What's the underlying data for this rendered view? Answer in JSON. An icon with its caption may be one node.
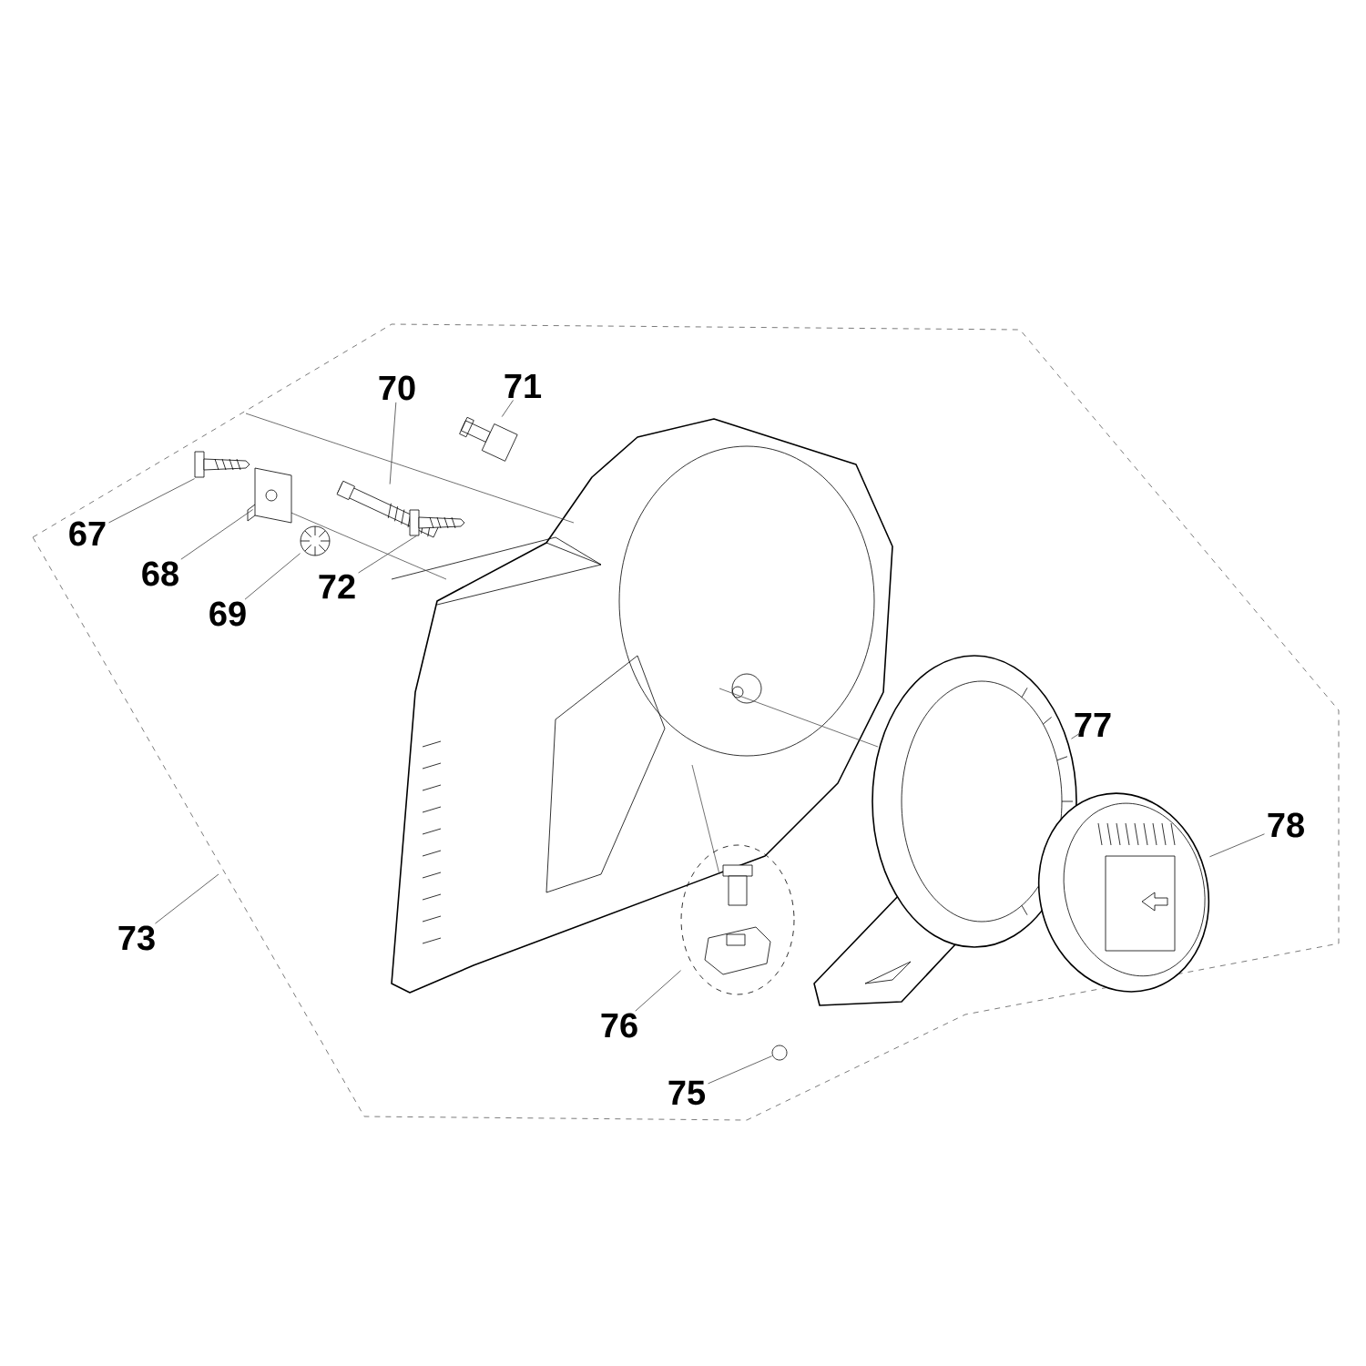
{
  "diagram": {
    "nodes": [
      {
        "text": [
          "70"
        ]
      },
      {
        "text": [
          "71"
        ]
      },
      {
        "text": [
          "67"
        ]
      },
      {
        "text": [
          "68"
        ]
      },
      {
        "text": [
          "72"
        ]
      },
      {
        "text": [
          "69"
        ]
      },
      {
        "text": [
          "77"
        ]
      },
      {
        "text": [
          "78"
        ]
      },
      {
        "text": [
          "73"
        ]
      },
      {
        "text": [
          "76"
        ]
      },
      {
        "text": [
          "75"
        ]
      },
      {
        "text": [],
        "shape": "picture"
      },
      {
        "text": [],
        "shape": "picture"
      },
      {
        "text": [],
        "shape": "picture"
      },
      {
        "text": [],
        "shape": "picture"
      },
      {
        "text": [],
        "shape": "picture"
      },
      {
        "text": [],
        "shape": "picture"
      },
      {
        "text": [],
        "shape": "picture"
      },
      {
        "text": [],
        "shape": "circle"
      },
      {
        "text": [],
        "shape": "picture"
      },
      {
        "text": [],
        "shape": "picture"
      }
    ],
    "edges": [
      {
        "from": 0,
        "to": 14,
        "arrow": "none"
      },
      {
        "from": 1,
        "to": 16,
        "arrow": "none"
      },
      {
        "from": 2,
        "to": 11,
        "arrow": "none"
      },
      {
        "from": 3,
        "to": 12,
        "arrow": "none"
      },
      {
        "from": 4,
        "to": 15,
        "arrow": "none"
      },
      {
        "from": 5,
        "to": 13,
        "arrow": "none"
      },
      {
        "from": 6,
        "to": 19,
        "arrow": "none"
      },
      {
        "from": 7,
        "to": 20,
        "arrow": "none"
      },
      {
        "from": 8,
        "to": null,
        "arrow": "none"
      },
      {
        "from": 9,
        "to": 17,
        "arrow": "none"
      },
      {
        "from": 10,
        "to": 18,
        "arrow": "none"
      }
    ]
  }
}
